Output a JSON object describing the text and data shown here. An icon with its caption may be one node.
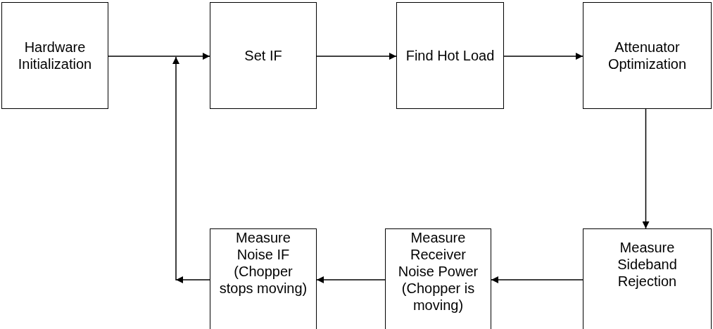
{
  "diagram": {
    "nodes": [
      {
        "text": [
          "Hardware Initialization"
        ]
      },
      {
        "text": [
          "Set IF"
        ]
      },
      {
        "text": [
          "Find Hot Load"
        ]
      },
      {
        "text": [
          "Attenuator Optimization"
        ]
      },
      {
        "text": [
          "Measure Noise IF (Chopper stops moving)"
        ]
      },
      {
        "text": [
          "Measure Receiver Noise Power (Chopper is moving)"
        ]
      },
      {
        "text": [
          "Measure Sideband Rejection"
        ]
      }
    ],
    "edges": [
      {
        "from": 0,
        "to": 1,
        "arrow": "to"
      },
      {
        "from": 1,
        "to": 2,
        "arrow": "to"
      },
      {
        "from": 2,
        "to": 3,
        "arrow": "to"
      },
      {
        "from": 3,
        "to": 6,
        "arrow": "to"
      },
      {
        "from": 6,
        "to": 5,
        "arrow": "to"
      },
      {
        "from": 5,
        "to": 4,
        "arrow": "to"
      },
      {
        "from": 4,
        "to": 1,
        "arrow": "to"
      }
    ]
  }
}
